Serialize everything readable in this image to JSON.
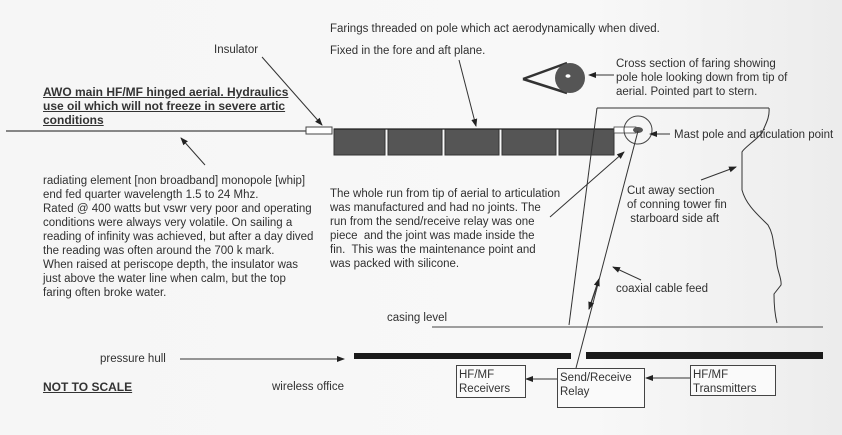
{
  "labels": {
    "farings_line1": "Farings threaded on pole which act aerodynamically when dived.",
    "farings_line2": "Fixed in the fore and aft plane.",
    "insulator": "Insulator",
    "title": "AWO main HF/MF hinged aerial. Hydraulics\nuse oil which will not freeze in severe artic\nconditions",
    "cross_section": "Cross section of faring showing\npole hole looking down from tip of\naerial. Pointed part to stern.",
    "mast_pole": "Mast pole and articulation point",
    "radiating_element": "radiating element [non broadband] monopole [whip]\nend fed quarter wavelength 1.5 to 24 Mhz.\nRated @ 400 watts but vswr very poor and operating\nconditions were always very volatile. On sailing a\nreading of infinity was achieved, but after a day dived\nthe reading was often around the 700 k mark.\nWhen raised at periscope depth, the insulator was\njust above the water line when calm, but the top\nfaring often broke water.",
    "whole_run": "The whole run from tip of aerial to articulation\nwas manufactured and had no joints. The\nrun from the send/receive relay was one\npiece  and the joint was made inside the\nfin.  This was the maintenance point and\nwas packed with silicone.",
    "cut_away": "Cut away section\nof conning tower fin\n starboard side aft",
    "coaxial": "coaxial cable feed",
    "casing_level": "casing level",
    "pressure_hull": "pressure hull",
    "not_to_scale": "NOT TO SCALE",
    "wireless_office": "wireless office"
  },
  "boxes": {
    "receivers": "HF/MF\nReceivers",
    "relay": "Send/Receive\nRelay",
    "transmitters": "HF/MF\nTransmitters"
  },
  "colors": {
    "faring_fill": "#555555",
    "line": "#333333",
    "hull": "#1a1a1a"
  }
}
